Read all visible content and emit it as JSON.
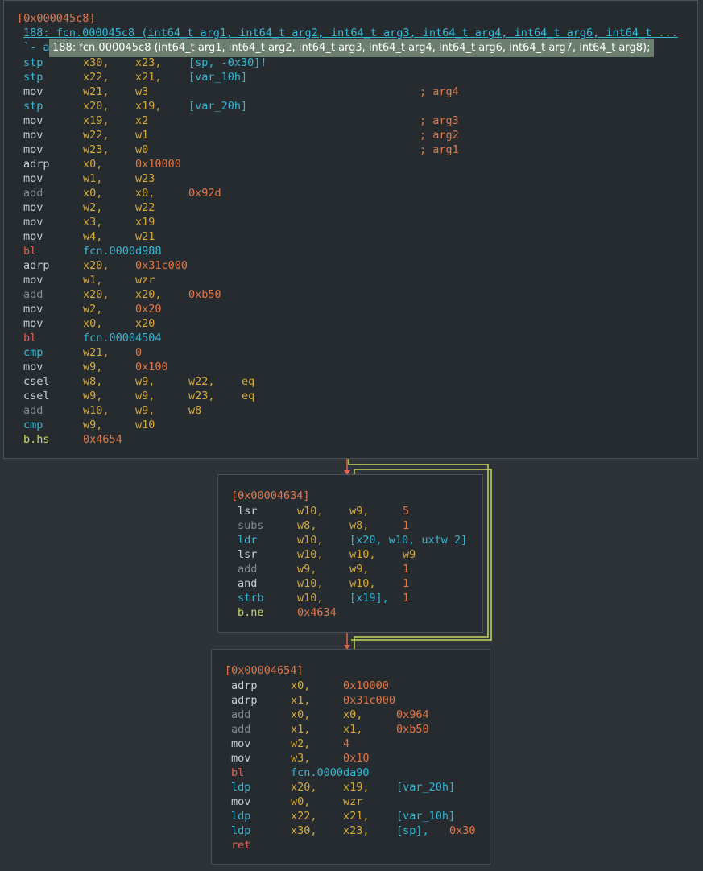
{
  "blocks": [
    {
      "address": "[0x000045c8]",
      "header_line": "188: fcn.000045c8 (int64_t arg1, int64_t arg2, int64_t arg3, int64_t arg4, int64_t arg6, int64_t ...",
      "header_line2": "`- a",
      "lines": [
        {
          "op": "stp",
          "cols": [
            "x30,",
            "x23,",
            "[sp, -0x30]!"
          ]
        },
        {
          "op": "stp",
          "cols": [
            "x22,",
            "x21,",
            "[var_10h]"
          ]
        },
        {
          "op": "mov",
          "cols": [
            "w21,",
            "w3"
          ],
          "comment": "; arg4"
        },
        {
          "op": "stp",
          "cols": [
            "x20,",
            "x19,",
            "[var_20h]"
          ]
        },
        {
          "op": "mov",
          "cols": [
            "x19,",
            "x2"
          ],
          "comment": "; arg3"
        },
        {
          "op": "mov",
          "cols": [
            "w22,",
            "w1"
          ],
          "comment": "; arg2"
        },
        {
          "op": "mov",
          "cols": [
            "w23,",
            "w0"
          ],
          "comment": "; arg1"
        },
        {
          "op": "adrp",
          "cols": [
            "x0,",
            "0x10000"
          ]
        },
        {
          "op": "mov",
          "cols": [
            "w1,",
            "w23"
          ]
        },
        {
          "op": "add",
          "cols": [
            "x0,",
            "x0,",
            "0x92d"
          ]
        },
        {
          "op": "mov",
          "cols": [
            "w2,",
            "w22"
          ]
        },
        {
          "op": "mov",
          "cols": [
            "x3,",
            "x19"
          ]
        },
        {
          "op": "mov",
          "cols": [
            "w4,",
            "w21"
          ]
        },
        {
          "op": "bl",
          "cols": [
            "fcn.0000d988"
          ]
        },
        {
          "op": "adrp",
          "cols": [
            "x20,",
            "0x31c000"
          ]
        },
        {
          "op": "mov",
          "cols": [
            "w1,",
            "wzr"
          ]
        },
        {
          "op": "add",
          "cols": [
            "x20,",
            "x20,",
            "0xb50"
          ]
        },
        {
          "op": "mov",
          "cols": [
            "w2,",
            "0x20"
          ]
        },
        {
          "op": "mov",
          "cols": [
            "x0,",
            "x20"
          ]
        },
        {
          "op": "bl",
          "cols": [
            "fcn.00004504"
          ]
        },
        {
          "op": "cmp",
          "cols": [
            "w21,",
            "0"
          ]
        },
        {
          "op": "mov",
          "cols": [
            "w9,",
            "0x100"
          ]
        },
        {
          "op": "csel",
          "cols": [
            "w8,",
            "w9,",
            "w22,",
            "eq"
          ]
        },
        {
          "op": "csel",
          "cols": [
            "w9,",
            "w9,",
            "w23,",
            "eq"
          ]
        },
        {
          "op": "add",
          "cols": [
            "w10,",
            "w9,",
            "w8"
          ]
        },
        {
          "op": "cmp",
          "cols": [
            "w9,",
            "w10"
          ]
        },
        {
          "op": "b.hs",
          "cols": [
            "0x4654"
          ]
        }
      ]
    },
    {
      "address": "[0x00004634]",
      "lines": [
        {
          "op": "lsr",
          "cols": [
            "w10,",
            "w9,",
            "5"
          ]
        },
        {
          "op": "subs",
          "cols": [
            "w8,",
            "w8,",
            "1"
          ]
        },
        {
          "op": "ldr",
          "cols": [
            "w10,",
            "[x20, w10, uxtw 2]"
          ]
        },
        {
          "op": "lsr",
          "cols": [
            "w10,",
            "w10,",
            "w9"
          ]
        },
        {
          "op": "add",
          "cols": [
            "w9,",
            "w9,",
            "1"
          ]
        },
        {
          "op": "and",
          "cols": [
            "w10,",
            "w10,",
            "1"
          ]
        },
        {
          "op": "strb",
          "cols": [
            "w10,",
            "[x19],",
            "1"
          ]
        },
        {
          "op": "b.ne",
          "cols": [
            "0x4634"
          ]
        }
      ]
    },
    {
      "address": "[0x00004654]",
      "lines": [
        {
          "op": "adrp",
          "cols": [
            "x0,",
            "0x10000"
          ]
        },
        {
          "op": "adrp",
          "cols": [
            "x1,",
            "0x31c000"
          ]
        },
        {
          "op": "add",
          "cols": [
            "x0,",
            "x0,",
            "0x964"
          ]
        },
        {
          "op": "add",
          "cols": [
            "x1,",
            "x1,",
            "0xb50"
          ]
        },
        {
          "op": "mov",
          "cols": [
            "w2,",
            "4"
          ]
        },
        {
          "op": "mov",
          "cols": [
            "w3,",
            "0x10"
          ]
        },
        {
          "op": "bl",
          "cols": [
            "fcn.0000da90"
          ]
        },
        {
          "op": "ldp",
          "cols": [
            "x20,",
            "x19,",
            "[var_20h]"
          ]
        },
        {
          "op": "mov",
          "cols": [
            "w0,",
            "wzr"
          ]
        },
        {
          "op": "ldp",
          "cols": [
            "x22,",
            "x21,",
            "[var_10h]"
          ]
        },
        {
          "op": "ldp",
          "cols": [
            "x30,",
            "x23,",
            "[sp],",
            "0x30"
          ]
        },
        {
          "op": "ret",
          "cols": []
        }
      ]
    }
  ],
  "tooltip": "188: fcn.000045c8 (int64_t arg1, int64_t arg2, int64_t arg3, int64_t arg4, int64_t arg6, int64_t arg7, int64_t arg8);",
  "colors": {
    "background": "#2e3338",
    "block_bg": "#262b30",
    "address": "#e0784a",
    "register": "#d6aa38",
    "edge_true": "#c8d85a",
    "edge_false": "#e0614f"
  }
}
